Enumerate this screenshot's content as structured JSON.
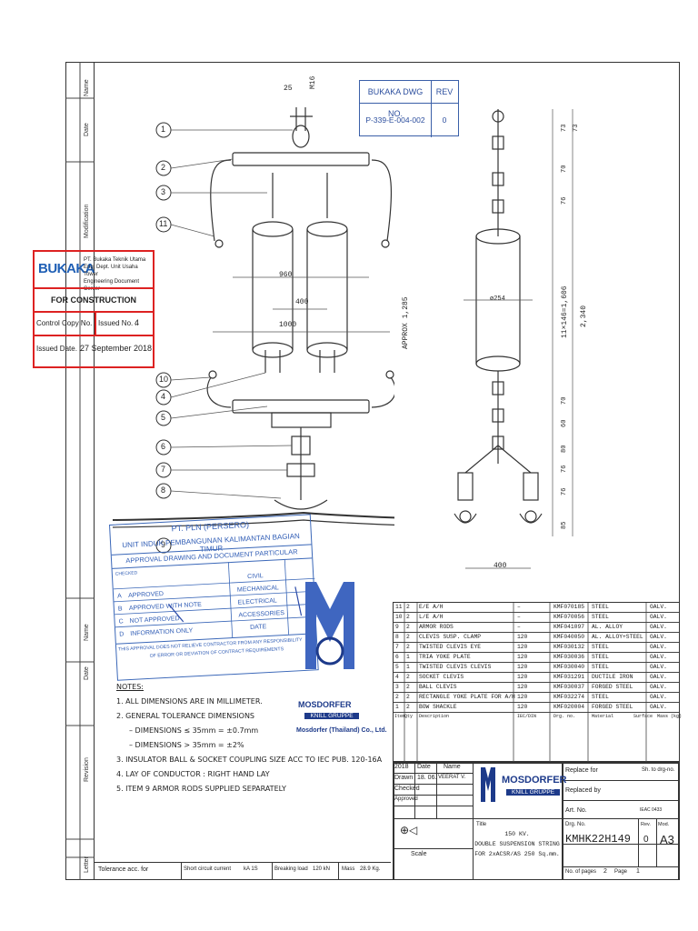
{
  "dwg_box": {
    "header_no": "BUKAKA DWG NO.",
    "header_rev": "REV",
    "number": "P-339-E-004-002",
    "rev": "0"
  },
  "bukaka_stamp": {
    "logo": "BUKAKA",
    "company_line1": "PT. Bukaka Teknik Utama",
    "company_line2": "Eng. Dept. Unit Usaha Tower",
    "company_line3": "Engineering Document Center",
    "status": "FOR CONSTRUCTION",
    "control_copy_label": "Control Copy No.",
    "issued_no_label": "Issued No. :",
    "issued_no": "4",
    "issued_date_label": "Issued Date. :",
    "issued_date": "27 September 2018"
  },
  "frame_labels": {
    "name": "Name",
    "date": "Date",
    "modification": "Modification",
    "revision": "Revision",
    "letter": "Letter"
  },
  "drawing": {
    "dim_25": "25",
    "dim_m16": "M16",
    "dim_960": "960",
    "dim_400_top": "400",
    "dim_1000": "1000",
    "dim_approx": "APPROX 1,285",
    "dim_phi254": "ø254",
    "dim_string": "11×146=1,606",
    "dim_total": "2,340",
    "dim_400_bottom": "400",
    "side_dims": [
      "73",
      "70",
      "73",
      "76",
      "70",
      "60",
      "80",
      "76",
      "76",
      "85"
    ],
    "balloons": [
      "1",
      "2",
      "3",
      "11",
      "10",
      "4",
      "5",
      "6",
      "7",
      "8",
      "9"
    ]
  },
  "approval_stamp": {
    "org": "PT. PLN (PERSERO)",
    "unit": "UNIT INDUK PEMBANGUNAN KALIMANTAN BAGIAN TIMUR",
    "title": "APPROVAL DRAWING AND DOCUMENT PARTICULAR",
    "checked": "CHECKED",
    "disc_civil": "CIVIL",
    "disc_mech": "MECHANICAL",
    "disc_elec": "ELECTRICAL",
    "disc_acc": "ACCESSORIES",
    "date": "DATE",
    "a": "A",
    "a_label": "APPROVED",
    "b": "B",
    "b_label": "APPROVED WITH NOTE",
    "c": "C",
    "c_label": "NOT APPROVED",
    "d": "D",
    "d_label": "INFORMATION ONLY",
    "disclaimer1": "THIS APPROVAL DOES NOT RELIEVE CONTRACTOR FROM ANY RESPONSIBILITY",
    "disclaimer2": "OF ERROR OR DEVIATION OF CONTRACT REQUIREMENTS"
  },
  "notes": {
    "heading": "NOTES:",
    "n1": "1. ALL DIMENSIONS ARE IN MILLIMETER.",
    "n2": "2. GENERAL TOLERANCE DIMENSIONS",
    "n2a": "– DIMENSIONS ≤ 35mm   = ±0.7mm",
    "n2b": "– DIMENSIONS > 35mm   = ±2%",
    "n3": "3. INSULATOR  BALL & SOCKET COUPLING SIZE ACC TO IEC PUB. 120-16A",
    "n4": "4. LAY OF CONDUCTOR : RIGHT HAND LAY",
    "n5": "5. ITEM 9 ARMOR RODS SUPPLIED SEPARATELY"
  },
  "mosdorfer": {
    "brand": "MOSDORFER",
    "group": "KNILL GRUPPE",
    "thai": "Mosdorfer (Thailand) Co., Ltd."
  },
  "parts_list": {
    "headers": [
      "Item",
      "Qty",
      "Description",
      "",
      "IEC/DIN",
      "Drg. no.",
      "Material",
      "Surface",
      "Mass (kg)"
    ],
    "rows": [
      [
        "11",
        "2",
        "E/E A/H",
        "–",
        "KMF070185",
        "STEEL",
        "GALV."
      ],
      [
        "10",
        "2",
        "L/E A/H",
        "–",
        "KMF070056",
        "STEEL",
        "GALV."
      ],
      [
        "9",
        "2",
        "ARMOR RODS",
        "–",
        "KMF041097",
        "AL. ALLOY",
        "GALV."
      ],
      [
        "8",
        "2",
        "CLEVIS SUSP. CLAMP",
        "120",
        "KMF040050",
        "AL. ALLOY+STEEL",
        "GALV."
      ],
      [
        "7",
        "2",
        "TWISTED CLEVIS EYE",
        "120",
        "KMF030132",
        "STEEL",
        "GALV."
      ],
      [
        "6",
        "1",
        "TRIA YOKE PLATE",
        "120",
        "KMF030036",
        "STEEL",
        "GALV."
      ],
      [
        "5",
        "1",
        "TWISTED CLEVIS CLEVIS",
        "120",
        "KMF030040",
        "STEEL",
        "GALV."
      ],
      [
        "4",
        "2",
        "SOCKET CLEVIS",
        "120",
        "KMF031291",
        "DUCTILE IRON",
        "GALV."
      ],
      [
        "3",
        "2",
        "BALL CLEVIS",
        "120",
        "KMF030037",
        "FORGED STEEL",
        "GALV."
      ],
      [
        "2",
        "2",
        "RECTANGLE YOKE PLATE FOR A/H",
        "120",
        "KMF032274",
        "STEEL",
        "GALV."
      ],
      [
        "1",
        "2",
        "BOW SHACKLE",
        "120",
        "KMF020004",
        "FORGED STEEL",
        "GALV."
      ]
    ]
  },
  "title_block": {
    "col_date": "Date",
    "col_name": "Name",
    "year": "2018",
    "drawn": "Drawn",
    "drawn_date": "18. 06.",
    "drawn_name": "VEERAT V.",
    "checked": "Checked",
    "approved": "Approved",
    "replace_for": "Replace for",
    "sh_to": "Sh. to drg-no.",
    "replaced_by": "Replaced by",
    "art_no": "Art. No.",
    "iec": "IEAC 0433",
    "title_label": "Title",
    "title1": "150 KV.",
    "title2": "DOUBLE SUSPENSION STRING",
    "title3": "FOR 2xACSR/AS 250 Sq.mm.",
    "scale": "Scale",
    "drg_no_label": "Drg. No.",
    "drg_no": "KMHK22H149",
    "rev_label": "Rev.",
    "rev": "0",
    "mod_label": "Mod.",
    "size": "A3",
    "pages_label": "No. of pages",
    "pages": "2",
    "page_label": "Page",
    "page": "1"
  },
  "bottom_bar": {
    "tolerance": "Tolerance acc. for",
    "short_circuit": "Short circuit current",
    "sc_val": "kA 1S",
    "breaking_load": "Breaking load",
    "bl_val": "120  kN",
    "mass": "Mass",
    "mass_val": "28.9  Kg."
  },
  "colors": {
    "stamp_red": "#dd2222",
    "approval_blue": "#2f5cb5",
    "bukaka_blue": "#1f5fb5",
    "mosdorfer_blue": "#1d3a8a",
    "line": "#333333"
  }
}
